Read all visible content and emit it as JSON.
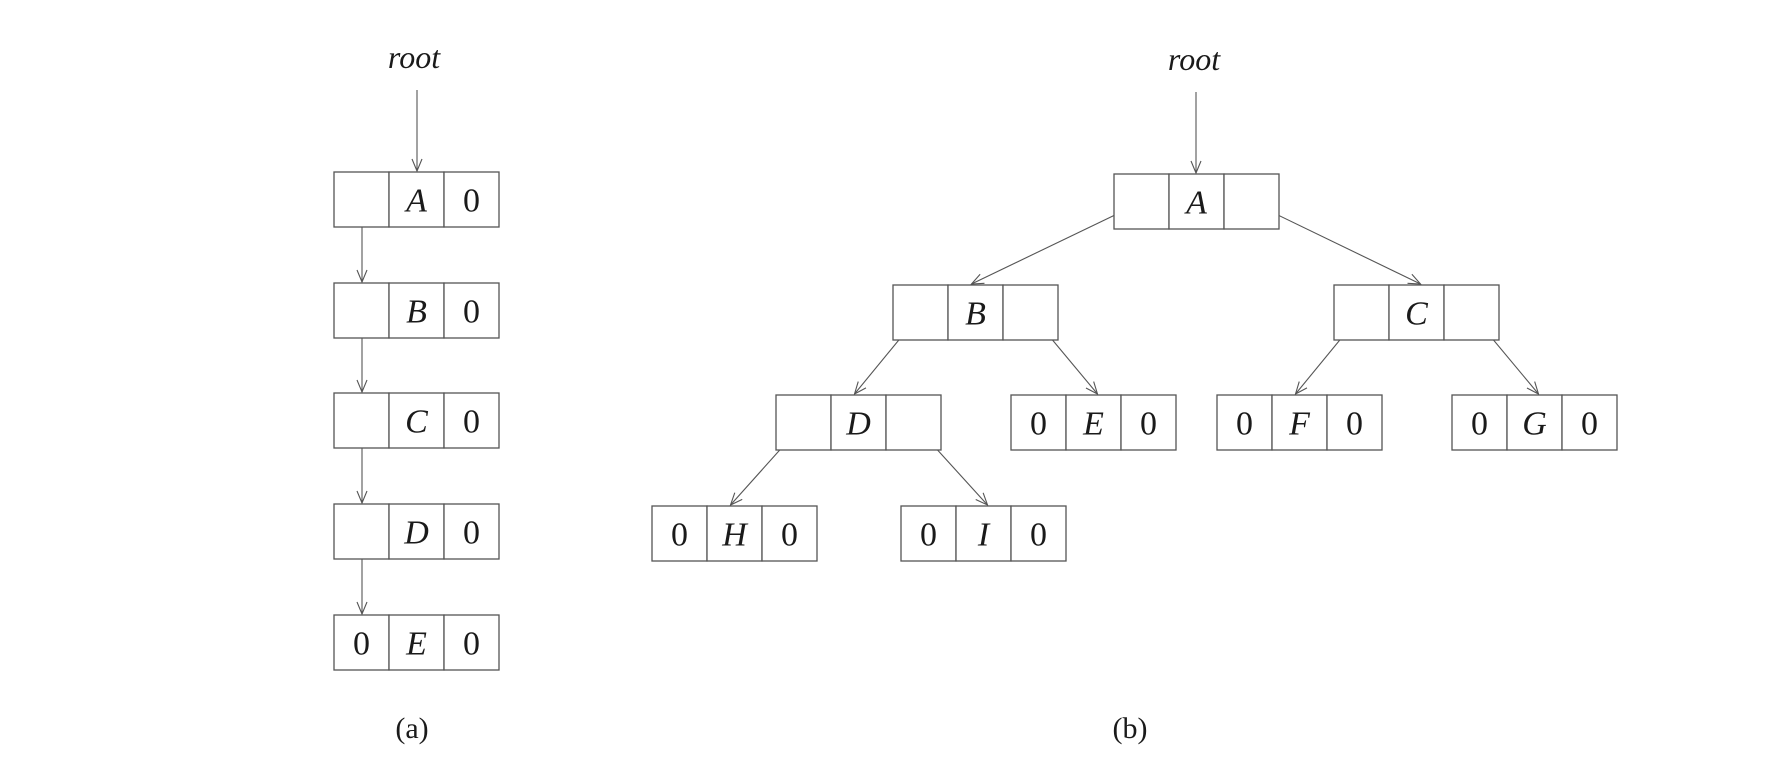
{
  "diagram_a": {
    "caption": "(a)",
    "root_label": "root",
    "nodes": [
      {
        "id": "A",
        "left": "",
        "label": "A",
        "right": "0"
      },
      {
        "id": "B",
        "left": "",
        "label": "B",
        "right": "0"
      },
      {
        "id": "C",
        "left": "",
        "label": "C",
        "right": "0"
      },
      {
        "id": "D",
        "left": "",
        "label": "D",
        "right": "0"
      },
      {
        "id": "E",
        "left": "0",
        "label": "E",
        "right": "0"
      }
    ],
    "edges": [
      {
        "from": "A",
        "to": "B",
        "side": "left"
      },
      {
        "from": "B",
        "to": "C",
        "side": "left"
      },
      {
        "from": "C",
        "to": "D",
        "side": "left"
      },
      {
        "from": "D",
        "to": "E",
        "side": "left"
      }
    ]
  },
  "diagram_b": {
    "caption": "(b)",
    "root_label": "root",
    "nodes": [
      {
        "id": "A",
        "left": "",
        "label": "A",
        "right": ""
      },
      {
        "id": "B",
        "left": "",
        "label": "B",
        "right": ""
      },
      {
        "id": "C",
        "left": "",
        "label": "C",
        "right": ""
      },
      {
        "id": "D",
        "left": "",
        "label": "D",
        "right": ""
      },
      {
        "id": "E",
        "left": "0",
        "label": "E",
        "right": "0"
      },
      {
        "id": "F",
        "left": "0",
        "label": "F",
        "right": "0"
      },
      {
        "id": "G",
        "left": "0",
        "label": "G",
        "right": "0"
      },
      {
        "id": "H",
        "left": "0",
        "label": "H",
        "right": "0"
      },
      {
        "id": "I",
        "left": "0",
        "label": "I",
        "right": "0"
      }
    ],
    "edges": [
      {
        "from": "A",
        "to": "B",
        "side": "left"
      },
      {
        "from": "A",
        "to": "C",
        "side": "right"
      },
      {
        "from": "B",
        "to": "D",
        "side": "left"
      },
      {
        "from": "B",
        "to": "E",
        "side": "right"
      },
      {
        "from": "C",
        "to": "F",
        "side": "left"
      },
      {
        "from": "C",
        "to": "G",
        "side": "right"
      },
      {
        "from": "D",
        "to": "H",
        "side": "left"
      },
      {
        "from": "D",
        "to": "I",
        "side": "right"
      }
    ]
  }
}
